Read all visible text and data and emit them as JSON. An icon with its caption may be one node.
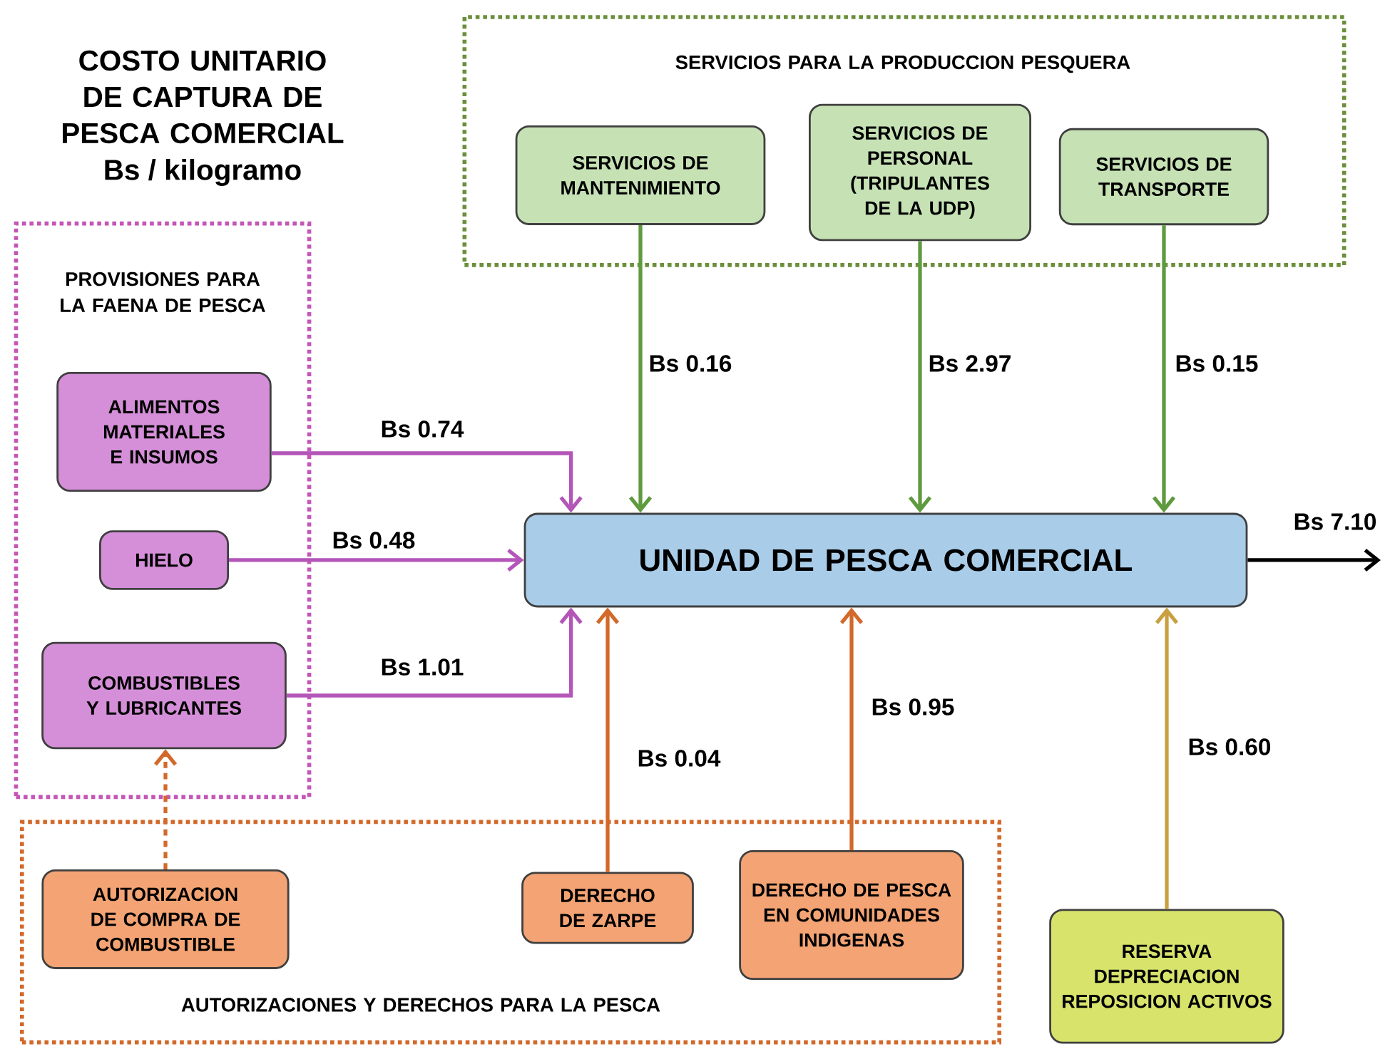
{
  "diagram": {
    "title": "COSTO UNITARIO DE CAPTURA DE PESCA COMERCIAL",
    "nodes": [
      {
        "text": [
          "SERVICIOS PARA LA PRODUCCION PESQUERA"
        ]
      },
      {
        "text": [
          "SERVICIOS DE MANTENIMIENTO"
        ],
        "in": 0
      },
      {
        "text": [
          "SERVICIOS DE PERSONAL (TRIPULANTES DE LA UDP)"
        ],
        "in": 0
      },
      {
        "text": [
          "SERVICIOS DE TRANSPORTE"
        ],
        "in": 0
      },
      {
        "text": [
          "PROVISIONES PARA LA FAENA DE PESCA"
        ]
      },
      {
        "text": [
          "ALIMENTOS MATERIALES E INSUMOS"
        ],
        "in": 4
      },
      {
        "text": [
          "HIELO"
        ],
        "in": 4
      },
      {
        "text": [
          "COMBUSTIBLES Y LUBRICANTES"
        ],
        "in": 4
      },
      {
        "text": [
          "UNIDAD DE PESCA COMERCIAL"
        ]
      },
      {
        "text": [
          "AUTORIZACIONES Y DERECHOS PARA LA PESCA"
        ]
      },
      {
        "text": [
          "AUTORIZACION DE COMPRA DE COMBUSTIBLE"
        ],
        "in": 9
      },
      {
        "text": [
          "DERECHO DE ZARPE"
        ],
        "in": 9
      },
      {
        "text": [
          "DERECHO DE PESCA EN COMUNIDADES INDIGENAS"
        ],
        "in": 9
      },
      {
        "text": [
          "RESERVA DEPRECIACION REPOSICION ACTIVOS"
        ]
      }
    ],
    "edges": [
      {
        "from": 1,
        "to": 8,
        "arrow": "to",
        "label": "Bs 0.16",
        "color": "#5e9a3e"
      },
      {
        "from": 2,
        "to": 8,
        "arrow": "to",
        "label": "Bs 2.97",
        "color": "#5e9a3e"
      },
      {
        "from": 3,
        "to": 8,
        "arrow": "to",
        "label": "Bs 0.15",
        "color": "#5e9a3e"
      },
      {
        "from": 5,
        "to": 8,
        "arrow": "to",
        "label": "Bs 0.74",
        "color": "#b455b8"
      },
      {
        "from": 6,
        "to": 8,
        "arrow": "to",
        "label": "Bs 0.48",
        "color": "#b455b8"
      },
      {
        "from": 7,
        "to": 8,
        "arrow": "to",
        "label": "Bs 1.01",
        "color": "#b455b8"
      },
      {
        "from": 11,
        "to": 8,
        "arrow": "to",
        "label": "Bs 0.04",
        "color": "#d2692a"
      },
      {
        "from": 12,
        "to": 8,
        "arrow": "to",
        "label": "Bs 0.95",
        "color": "#d2692a"
      },
      {
        "from": 13,
        "to": 8,
        "arrow": "to",
        "label": "Bs 0.60",
        "color": "#c9a040"
      },
      {
        "from": 8,
        "to": null,
        "arrow": "to",
        "label": "Bs 7.10",
        "color": "#000000"
      },
      {
        "from": 10,
        "to": 7,
        "arrow": "to",
        "style": "dashed",
        "color": "#d2692a"
      }
    ],
    "labels": [
      "Bs / kilogramo"
    ]
  }
}
